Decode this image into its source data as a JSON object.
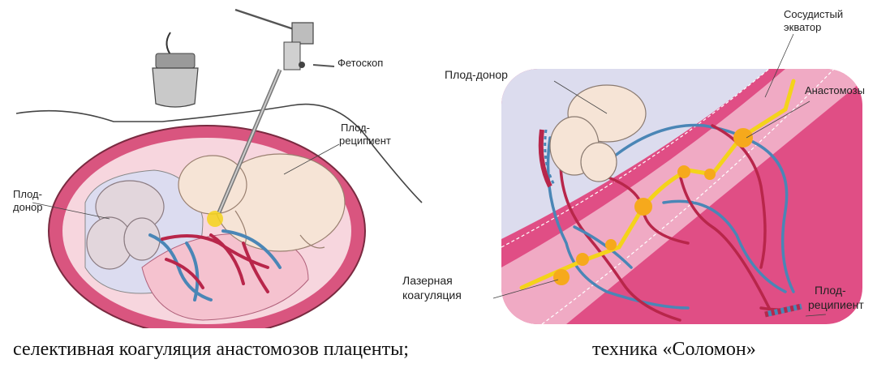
{
  "left_figure": {
    "labels": {
      "fetoscope": "Фетоскоп",
      "recipient_line1": "Плод-",
      "recipient_line2": "реципиент",
      "donor_line1": "Плод-",
      "donor_line2": "донор"
    }
  },
  "right_figure": {
    "labels": {
      "donor": "Плод-донор",
      "equator_line1": "Сосудистый",
      "equator_line2": "экватор",
      "anastomoses": "Анастомозы",
      "laser_line1": "Лазерная",
      "laser_line2": "коагуляция",
      "recipient_line1": "Плод-",
      "recipient_line2": "реципиент"
    }
  },
  "captions": {
    "left": "селективная коагуляция анастомозов плаценты;",
    "right": "техника «Соломон»"
  },
  "colors": {
    "uterus_wall": "#d9557f",
    "uterus_inner": "#f4c4d0",
    "amnion": "#dcdcf0",
    "fetus_skin": "#f6e4d6",
    "artery": "#b8264a",
    "vein": "#4a86b6",
    "equator": "#f4d31a",
    "anastomosis": "#f6a91c"
  }
}
